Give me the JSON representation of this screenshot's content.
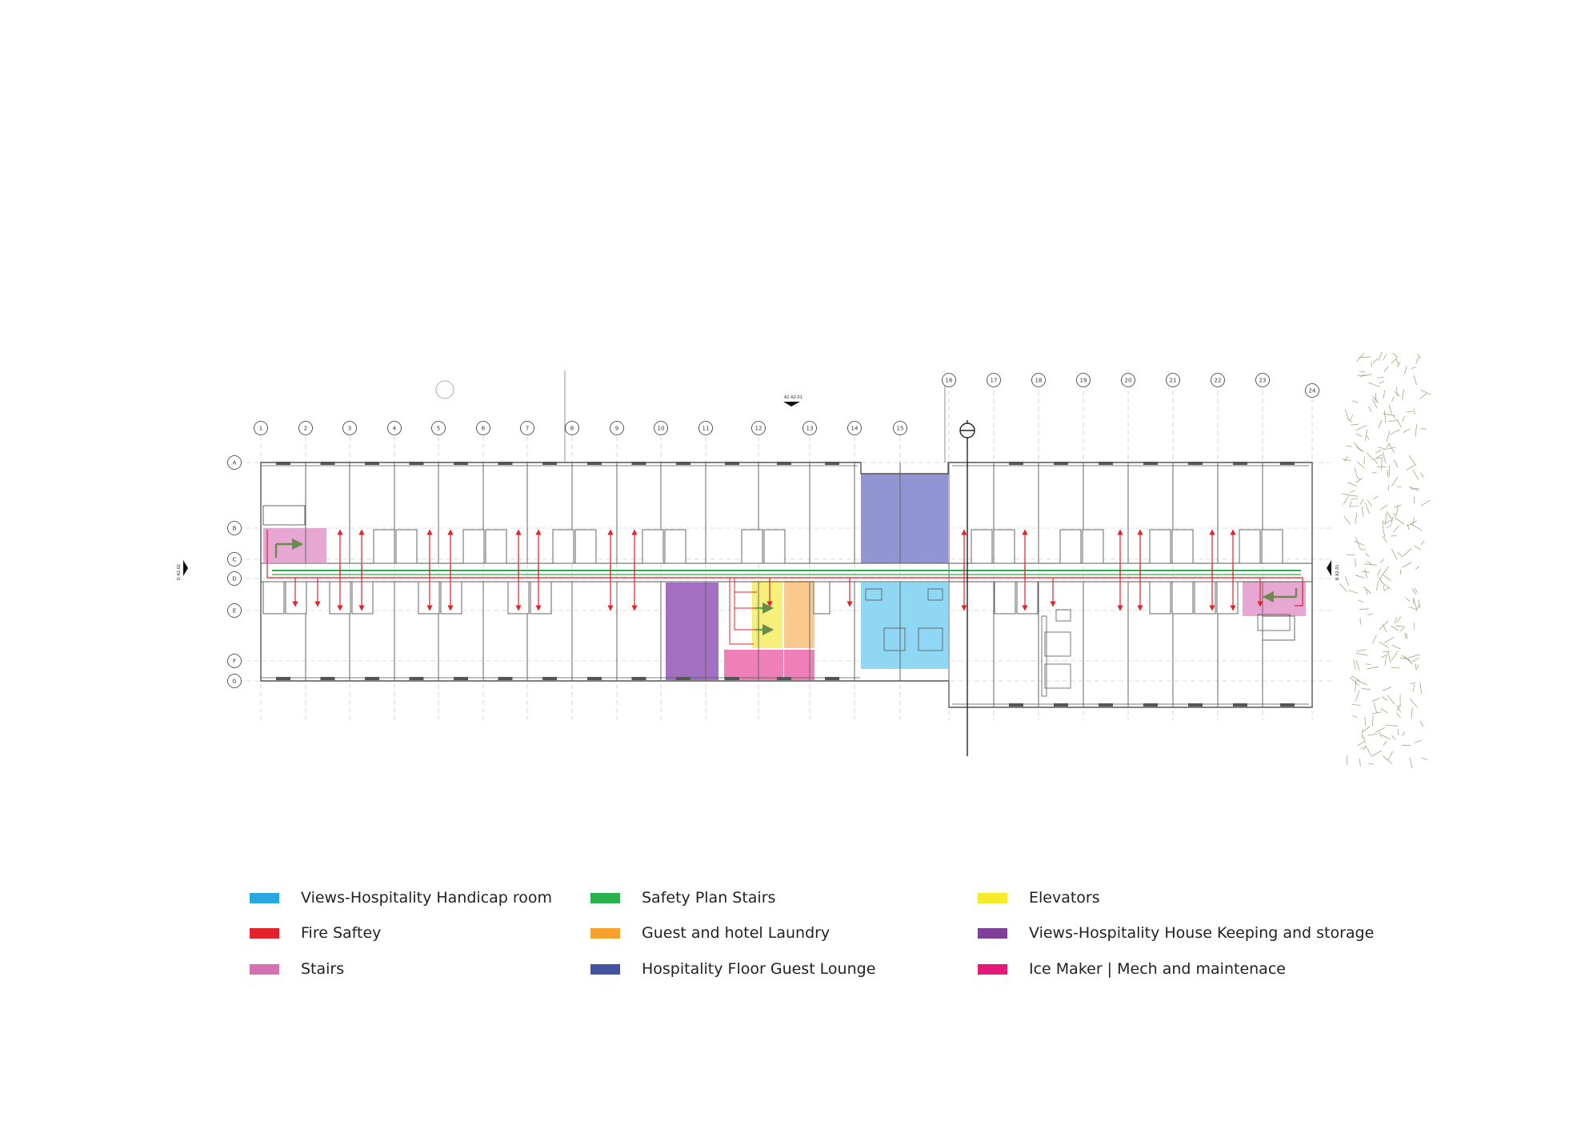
{
  "plan": {
    "column_grid_lower": [
      "1",
      "2",
      "3",
      "4",
      "5",
      "6",
      "7",
      "8",
      "9",
      "10",
      "11",
      "12",
      "13",
      "14",
      "15"
    ],
    "column_grid_upper": [
      "16",
      "17",
      "18",
      "19",
      "20",
      "21",
      "22",
      "23",
      "24"
    ],
    "row_grid": [
      "A",
      "B",
      "C",
      "D",
      "E",
      "F",
      "G"
    ],
    "section_markers": {
      "top": "A1 A2.01",
      "left": "D A2.02",
      "right": "B A2.01"
    }
  },
  "legend": {
    "items": [
      {
        "id": "handicap",
        "label": "Views-Hospitality Handicap room",
        "color": "#29a8df"
      },
      {
        "id": "fire",
        "label": "Fire Saftey",
        "color": "#e3222b"
      },
      {
        "id": "stairs",
        "label": "Stairs",
        "color": "#d371b3"
      },
      {
        "id": "safety-stairs",
        "label": "Safety Plan Stairs",
        "color": "#2bb24c"
      },
      {
        "id": "laundry",
        "label": "Guest and hotel Laundry",
        "color": "#f7a12c"
      },
      {
        "id": "lounge",
        "label": "Hospitality Floor Guest Lounge",
        "color": "#4453a1"
      },
      {
        "id": "elevators",
        "label": "Elevators",
        "color": "#f4ec2a"
      },
      {
        "id": "housekeeping",
        "label": "Views-Hospitality House Keeping and storage",
        "color": "#7f3f98"
      },
      {
        "id": "mech",
        "label": "Ice Maker | Mech and maintenace",
        "color": "#e6197a"
      }
    ]
  },
  "zone_colors": {
    "lounge": "#8b8fd0",
    "housekeeping": "#a36fc0",
    "handicap": "#8fd7f2",
    "elevators": "#f6f07a",
    "laundry": "#f9c98d",
    "mech": "#ee7fb8",
    "stairs": "#e7a7d3",
    "corridor": "#2bb24c",
    "fire": "#e3222b",
    "arrow": "#6d8a4d"
  }
}
